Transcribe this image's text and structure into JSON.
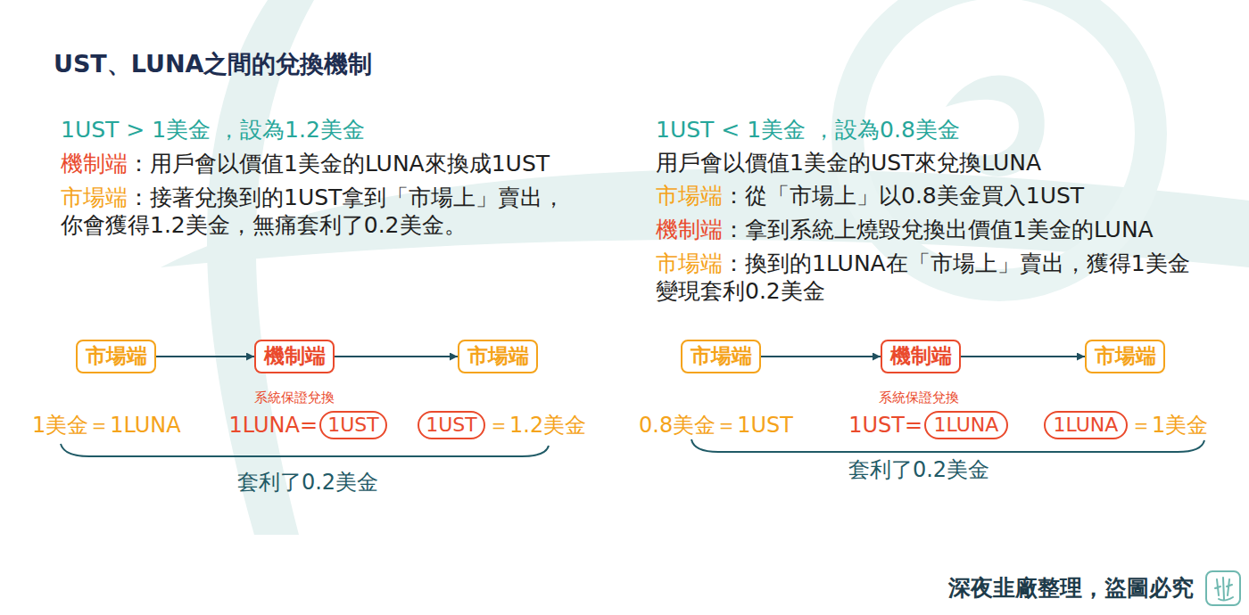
{
  "diagram": {
    "title": "UST、LUNA之間的兌換機制",
    "nodes": [
      {
        "text": [
          "市場端"
        ]
      },
      {
        "text": [
          "機制端"
        ]
      },
      {
        "text": [
          "市場端"
        ]
      },
      {
        "text": [
          "1UST"
        ]
      },
      {
        "text": [
          "1UST"
        ]
      },
      {
        "text": [
          "市場端"
        ]
      },
      {
        "text": [
          "機制端"
        ]
      },
      {
        "text": [
          "市場端"
        ]
      },
      {
        "text": [
          "1LUNA"
        ]
      },
      {
        "text": [
          "1LUNA"
        ]
      }
    ],
    "edges": [
      {
        "from": 0,
        "to": 1,
        "arrow": "to"
      },
      {
        "from": 1,
        "to": 2,
        "arrow": "to"
      },
      {
        "from": 5,
        "to": 6,
        "arrow": "to"
      },
      {
        "from": 6,
        "to": 7,
        "arrow": "to"
      }
    ],
    "labels": [
      "1UST > 1美金 ，設為1.2美金",
      "機制端",
      "：用戶會以價值1美金的LUNA來換成1UST",
      "市場端",
      "：接著兌換到的1UST拿到「市場上」賣出，你會獲得1.2美金，無痛套利了0.2美金。",
      "1UST < 1美金 ，設為0.8美金",
      "用戶會以價值1美金的UST來兌換LUNA",
      "市場端",
      "：從「市場上」以0.8美金買入1UST",
      "機制端",
      "：拿到系統上燒毀兌換出價值1美金的LUNA",
      "市場端",
      "：換到的1LUNA在「市場上」賣出，獲得1美金變現套利0.2美金",
      "系統保證兌換",
      "1美金＝1LUNA",
      "1LUNA=",
      "＝1.2美金",
      "套利了0.2美金",
      "系統保證兌換",
      "0.8美金＝1UST",
      "1UST=",
      "＝1美金",
      "套利了0.2美金",
      "深夜韭廠整理，盜圖必究"
    ]
  }
}
